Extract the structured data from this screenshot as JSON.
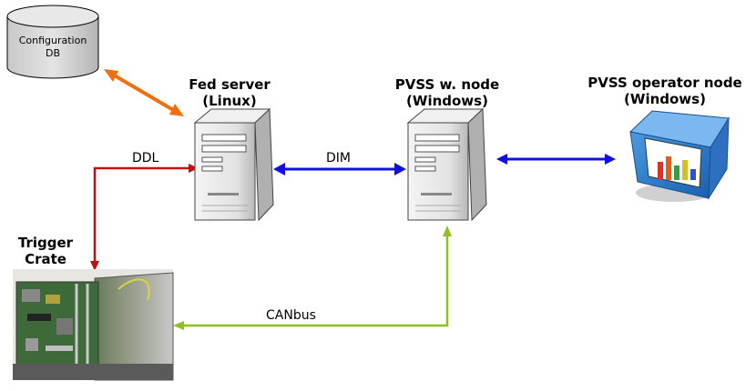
{
  "database": {
    "line1": "Configuration",
    "line2": "DB"
  },
  "fed_server": {
    "line1": "Fed server",
    "line2": "(Linux)"
  },
  "pvss_w_node": {
    "line1": "PVSS w. node",
    "line2": "(Windows)"
  },
  "pvss_operator_node": {
    "line1": "PVSS operator node",
    "line2": "(Windows)"
  },
  "trigger_crate": {
    "line1": "Trigger",
    "line2": "Crate"
  },
  "links": {
    "ddl": "DDL",
    "dim": "DIM",
    "canbus": "CANbus"
  },
  "colors": {
    "config_link": "#f07010",
    "ddl_link": "#c01010",
    "dim_link": "#1010e0",
    "canbus_link": "#90c020"
  }
}
